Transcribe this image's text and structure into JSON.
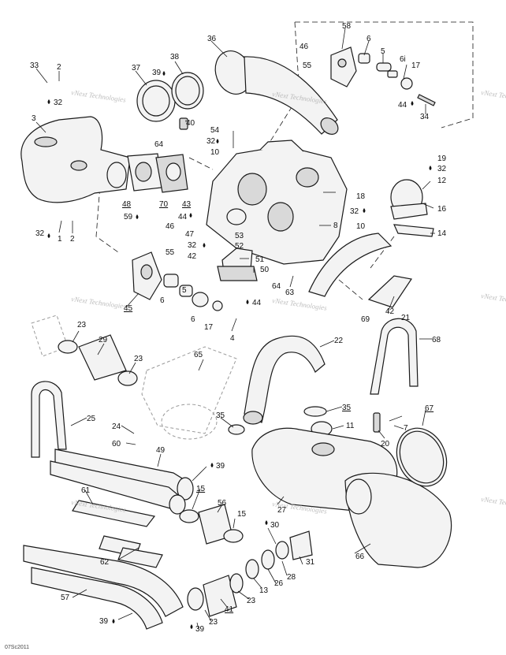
{
  "drawing_code": "07Sc2011",
  "watermark": "vNext Technologies",
  "callouts": [
    {
      "id": "c33",
      "text": "33"
    },
    {
      "id": "c2a",
      "text": "2"
    },
    {
      "id": "c32a",
      "text": "32"
    },
    {
      "id": "c3",
      "text": "3"
    },
    {
      "id": "c32b",
      "text": "32"
    },
    {
      "id": "c1",
      "text": "1"
    },
    {
      "id": "c2b",
      "text": "2"
    },
    {
      "id": "c37",
      "text": "37"
    },
    {
      "id": "c38",
      "text": "38"
    },
    {
      "id": "c39a",
      "text": "39"
    },
    {
      "id": "c40",
      "text": "40"
    },
    {
      "id": "c64a",
      "text": "64"
    },
    {
      "id": "c48",
      "text": "48"
    },
    {
      "id": "c70",
      "text": "70"
    },
    {
      "id": "c59",
      "text": "59"
    },
    {
      "id": "c43",
      "text": "43"
    },
    {
      "id": "c44a",
      "text": "44"
    },
    {
      "id": "c36",
      "text": "36"
    },
    {
      "id": "c58",
      "text": "58"
    },
    {
      "id": "c46a",
      "text": "46"
    },
    {
      "id": "c6a",
      "text": "6"
    },
    {
      "id": "c55a",
      "text": "55"
    },
    {
      "id": "c5a",
      "text": "5"
    },
    {
      "id": "c6i",
      "text": "6i"
    },
    {
      "id": "c17a",
      "text": "17"
    },
    {
      "id": "c44b",
      "text": "44"
    },
    {
      "id": "c34",
      "text": "34"
    },
    {
      "id": "c54",
      "text": "54"
    },
    {
      "id": "c32c",
      "text": "32"
    },
    {
      "id": "c10a",
      "text": "10"
    },
    {
      "id": "c19",
      "text": "19"
    },
    {
      "id": "c32d",
      "text": "32"
    },
    {
      "id": "c12",
      "text": "12"
    },
    {
      "id": "c18",
      "text": "18"
    },
    {
      "id": "c32e",
      "text": "32"
    },
    {
      "id": "c16",
      "text": "16"
    },
    {
      "id": "c8",
      "text": "8"
    },
    {
      "id": "c10b",
      "text": "10"
    },
    {
      "id": "c14",
      "text": "14"
    },
    {
      "id": "c46b",
      "text": "46"
    },
    {
      "id": "c55b",
      "text": "55"
    },
    {
      "id": "c47",
      "text": "47"
    },
    {
      "id": "c32f",
      "text": "32"
    },
    {
      "id": "c42a",
      "text": "42"
    },
    {
      "id": "c53",
      "text": "53"
    },
    {
      "id": "c52",
      "text": "52"
    },
    {
      "id": "c51",
      "text": "51"
    },
    {
      "id": "c50",
      "text": "50"
    },
    {
      "id": "c45",
      "text": "45"
    },
    {
      "id": "c6b",
      "text": "6"
    },
    {
      "id": "c5b",
      "text": "5"
    },
    {
      "id": "c6c",
      "text": "6"
    },
    {
      "id": "c17b",
      "text": "17"
    },
    {
      "id": "c44c",
      "text": "44"
    },
    {
      "id": "c4",
      "text": "4"
    },
    {
      "id": "c64b",
      "text": "64"
    },
    {
      "id": "c63",
      "text": "63"
    },
    {
      "id": "c69",
      "text": "69"
    },
    {
      "id": "c42b",
      "text": "42"
    },
    {
      "id": "c21",
      "text": "21"
    },
    {
      "id": "c23a",
      "text": "23"
    },
    {
      "id": "c29",
      "text": "29"
    },
    {
      "id": "c23b",
      "text": "23"
    },
    {
      "id": "c65",
      "text": "65"
    },
    {
      "id": "c22",
      "text": "22"
    },
    {
      "id": "c68",
      "text": "68"
    },
    {
      "id": "c25",
      "text": "25"
    },
    {
      "id": "c35a",
      "text": "35"
    },
    {
      "id": "c35b",
      "text": "35"
    },
    {
      "id": "c11",
      "text": "11"
    },
    {
      "id": "c67",
      "text": "67"
    },
    {
      "id": "c7",
      "text": "7"
    },
    {
      "id": "c20",
      "text": "20"
    },
    {
      "id": "c24",
      "text": "24"
    },
    {
      "id": "c60",
      "text": "60"
    },
    {
      "id": "c49",
      "text": "49"
    },
    {
      "id": "c39b",
      "text": "39"
    },
    {
      "id": "c61",
      "text": "61"
    },
    {
      "id": "c15a",
      "text": "15"
    },
    {
      "id": "c56",
      "text": "56"
    },
    {
      "id": "c27",
      "text": "27"
    },
    {
      "id": "c15b",
      "text": "15"
    },
    {
      "id": "c30",
      "text": "30"
    },
    {
      "id": "c62",
      "text": "62"
    },
    {
      "id": "c28",
      "text": "28"
    },
    {
      "id": "c31",
      "text": "31"
    },
    {
      "id": "c66",
      "text": "66"
    },
    {
      "id": "c26",
      "text": "26"
    },
    {
      "id": "c13",
      "text": "13"
    },
    {
      "id": "c23c",
      "text": "23"
    },
    {
      "id": "c57",
      "text": "57"
    },
    {
      "id": "c41",
      "text": "41"
    },
    {
      "id": "c39c",
      "text": "39"
    },
    {
      "id": "c23d",
      "text": "23"
    },
    {
      "id": "c39d",
      "text": "39"
    }
  ]
}
